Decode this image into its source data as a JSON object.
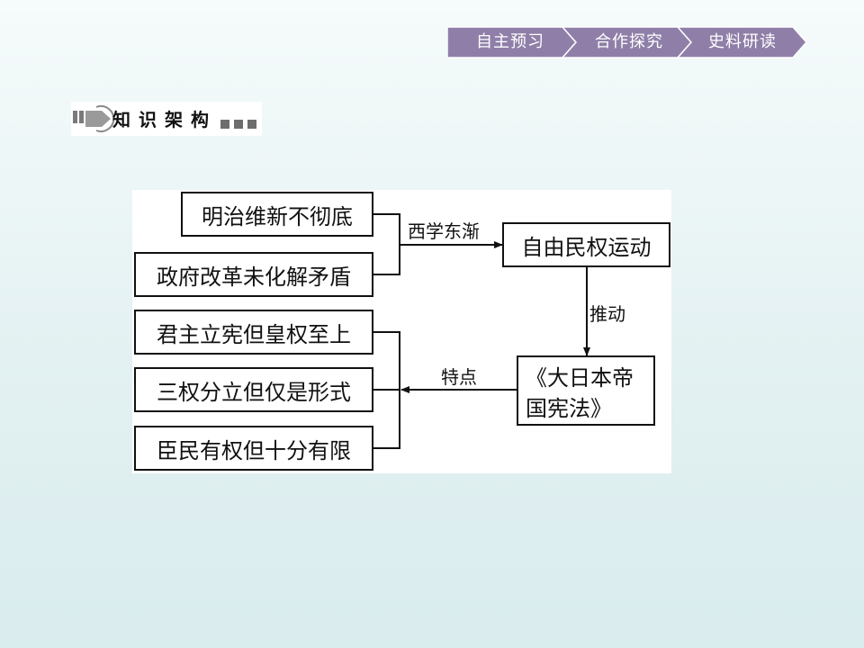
{
  "nav": {
    "tabs": [
      {
        "label": "自主预习"
      },
      {
        "label": "合作探究"
      },
      {
        "label": "史料研读"
      }
    ],
    "colors": {
      "tab_bg": "#8f7fa8",
      "tab_border": "#ffffff"
    }
  },
  "section": {
    "title": "知识架构"
  },
  "diagram": {
    "causes": [
      "明治维新不彻底",
      "政府改革未化解矛盾"
    ],
    "movement": "自由民权运动",
    "label_west": "西学东渐",
    "label_push": "推动",
    "constitution": "《大日本帝国宪法》",
    "label_features": "特点",
    "features": [
      "君主立宪但皇权至上",
      "三权分立但仅是形式",
      "臣民有权但十分有限"
    ]
  }
}
